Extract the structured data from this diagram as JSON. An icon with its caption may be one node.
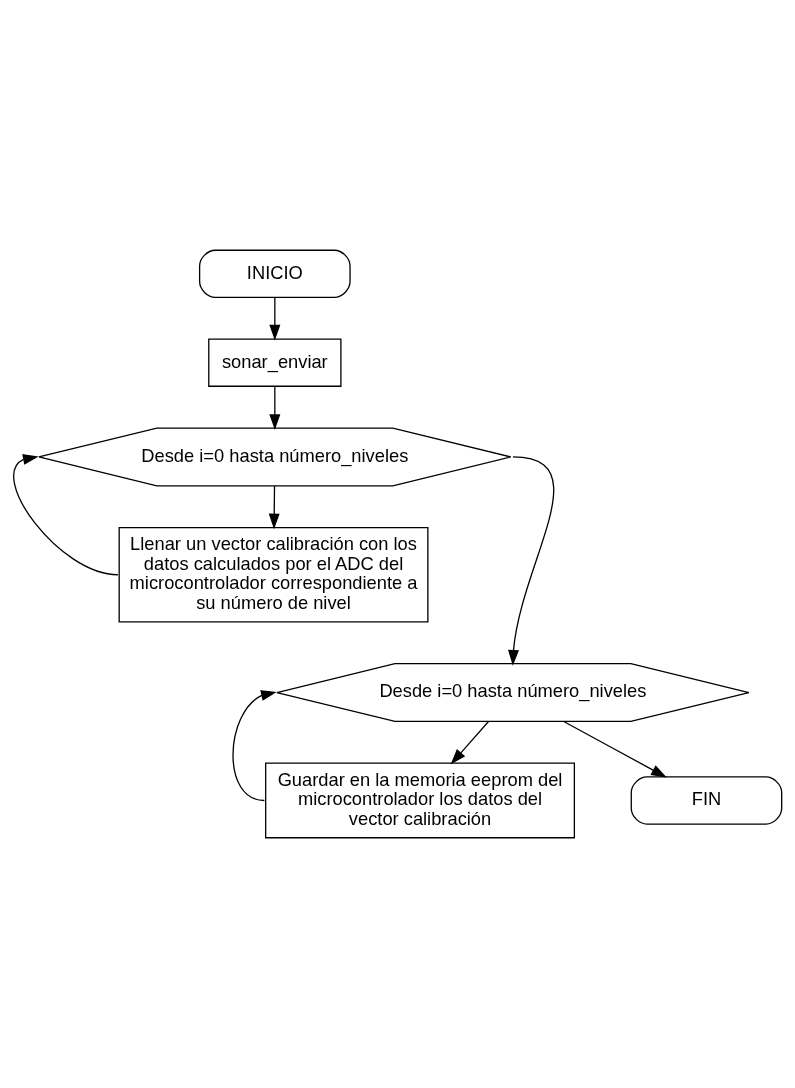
{
  "diagram": {
    "nodes": [
      {
        "text": [
          "INICIO"
        ]
      },
      {
        "text": [
          "sonar_enviar"
        ]
      },
      {
        "text": [
          "Desde i=0 hasta número_niveles"
        ]
      },
      {
        "text": [
          "Llenar un vector calibración con los datos calculados por el ADC del microcontrolador correspondiente a su número de nivel"
        ]
      },
      {
        "text": [
          "Desde i=0 hasta número_niveles"
        ]
      },
      {
        "text": [
          "Guardar en la memoria eeprom del microcontrolador los datos del vector calibración"
        ]
      },
      {
        "text": [
          "FIN"
        ]
      }
    ],
    "edges": [
      {
        "from": 0,
        "to": 1,
        "arrow": "to"
      },
      {
        "from": 1,
        "to": 2,
        "arrow": "to"
      },
      {
        "from": 2,
        "to": 3,
        "arrow": "to"
      },
      {
        "from": 3,
        "to": 2,
        "arrow": "to"
      },
      {
        "from": 2,
        "to": 4,
        "arrow": "to"
      },
      {
        "from": 4,
        "to": 5,
        "arrow": "to"
      },
      {
        "from": 5,
        "to": 4,
        "arrow": "to"
      },
      {
        "from": 4,
        "to": 6,
        "arrow": "to"
      }
    ]
  }
}
